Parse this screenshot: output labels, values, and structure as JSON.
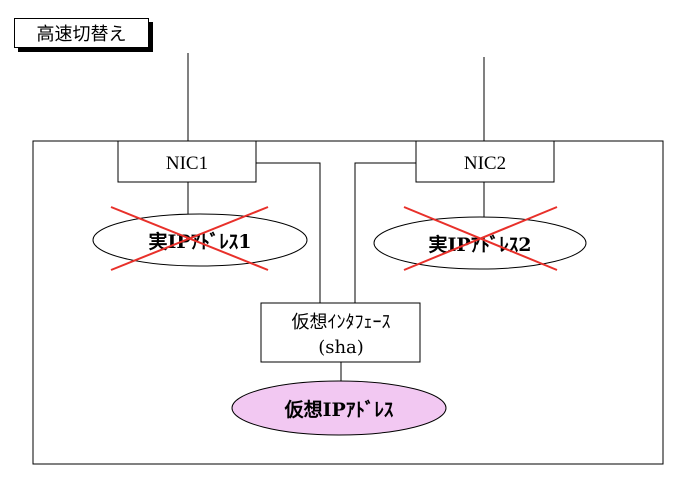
{
  "title": "高速切替え",
  "nic1": "NIC1",
  "nic2": "NIC2",
  "real_ip_1": "実IPｱﾄﾞﾚｽ1",
  "real_ip_2": "実IPｱﾄﾞﾚｽ2",
  "virtual_interface_line1": "仮想ｲﾝﾀﾌｪｰｽ",
  "virtual_interface_line2": "(sha)",
  "virtual_ip": "仮想IPｱﾄﾞﾚｽ",
  "colors": {
    "cross": "#e8302a",
    "virtual_ip_fill": "#f2c8f2"
  }
}
